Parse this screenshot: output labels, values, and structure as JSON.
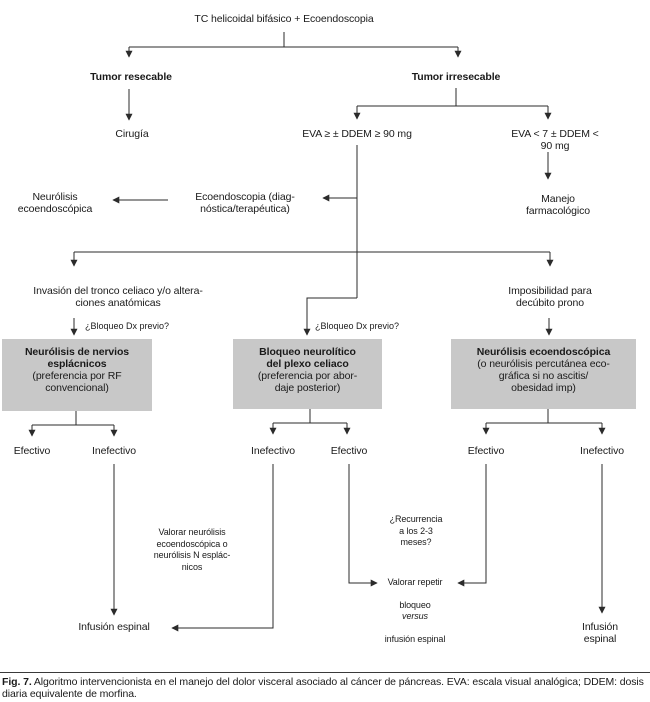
{
  "flow": {
    "tc": "TC helicoidal bifásico + Ecoendoscopia",
    "tumor_resecable": "Tumor resecable",
    "tumor_irresecable": "Tumor irresecable",
    "cirugia": "Cirugía",
    "eva_alta": "EVA ≥ ± DDEM ≥ 90 mg",
    "eva_baja": "EVA < 7 ± DDEM < 90 mg",
    "manejo_farmacologico": "Manejo farmacológico",
    "ecoendoscopia": "Ecoendoscopia (diag-\nnóstica/terapéutica)",
    "neurolisis_ecoendoscopica": "Neurólisis\necoendoscópica",
    "invasion_tronco": "Invasión del tronco celiaco y/o altera-\nciones anatómicas",
    "imposibilidad": "Imposibilidad para\ndecúbito prono",
    "bloqueo_dx_1": "¿Bloqueo Dx previo?",
    "bloqueo_dx_2": "¿Bloqueo Dx previo?",
    "box_esplacnicos": {
      "title": "Neurólisis de nervios\nesplácnicos",
      "subtitle": "(preferencia por RF\nconvencional)"
    },
    "box_plexo": {
      "title": "Bloqueo neurolítico\ndel plexo celiaco",
      "subtitle": "(preferencia por abor-\ndaje posterior)"
    },
    "box_ecoendoscopica": {
      "title": "Neurólisis ecoendoscópica",
      "subtitle": "(o neurólisis percutánea eco-\ngráfica si no ascitis/\nobesidad imp)"
    },
    "efectivo_1": "Efectivo",
    "inefectivo_1": "Inefectivo",
    "inefectivo_2": "Inefectivo",
    "efectivo_2": "Efectivo",
    "efectivo_3": "Efectivo",
    "inefectivo_3": "Inefectivo",
    "valorar_neurolisis": "Valorar neurólisis\necoendoscópica o\nneurólisis N esplác-\nnicos",
    "recurrencia": "¿Recurrencia\na los 2-3\nmeses?",
    "valorar_repetir": {
      "l1": "Valorar repetir",
      "l2a": "bloqueo",
      "l2b": "versus",
      "l3": "infusión espinal"
    },
    "infusion_izq": "Infusión espinal",
    "infusion_der": "Infusión espinal"
  },
  "caption": {
    "label": "Fig. 7.",
    "text": "Algoritmo intervencionista en el manejo del dolor visceral asociado al cáncer de páncreas. EVA: escala visual analógica; DDEM: dosis diaria equivalente de morfina."
  },
  "colors": {
    "box_fill": "#c8c8c8",
    "line": "#2b2b2b",
    "text": "#1a1a1a",
    "background": "#ffffff"
  }
}
